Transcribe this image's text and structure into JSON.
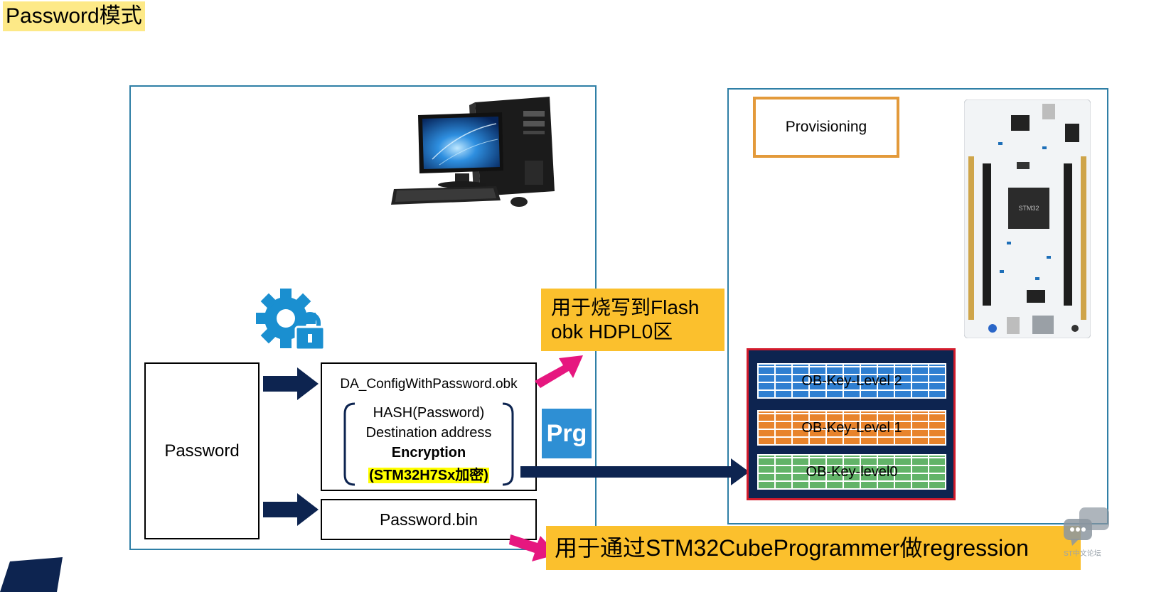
{
  "title": "Password模式",
  "password_box": {
    "label": "Password"
  },
  "obk_box": {
    "filename": "DA_ConfigWithPassword.obk",
    "hash_line": "HASH(Password)",
    "dest_line": "Destination address",
    "enc_line": "Encryption",
    "enc_note": "(STM32H7Sx加密)"
  },
  "bin_box": {
    "label": "Password.bin"
  },
  "notes": {
    "flash": [
      "用于烧写到Flash",
      "obk HDPL0区"
    ],
    "regression": "用于通过STM32CubeProgrammer做regression"
  },
  "prg_badge": "Prg",
  "provisioning": "Provisioning",
  "ob_levels": [
    "OB-Key-Level 2",
    "OB-Key-Level 1",
    "OB-Key-level0"
  ],
  "watermark": "ST中文论坛",
  "colors": {
    "navy": "#0d2450",
    "magenta": "#e6177f",
    "frame_blue": "#2f7fa6",
    "note_yellow": "#fbc02d",
    "highlight_yellow": "#ffff00",
    "gear_blue": "#1a8fd0",
    "provisioning_orange": "#e39a3b",
    "ob_red": "#d21b2c",
    "prg_blue": "#2e8fd4"
  },
  "icons": [
    "desktop-computer-icon",
    "gear-lock-icon",
    "prg-programmer-icon",
    "nucleo-board-image",
    "chat-bubble-icon",
    "st-logo-icon"
  ]
}
